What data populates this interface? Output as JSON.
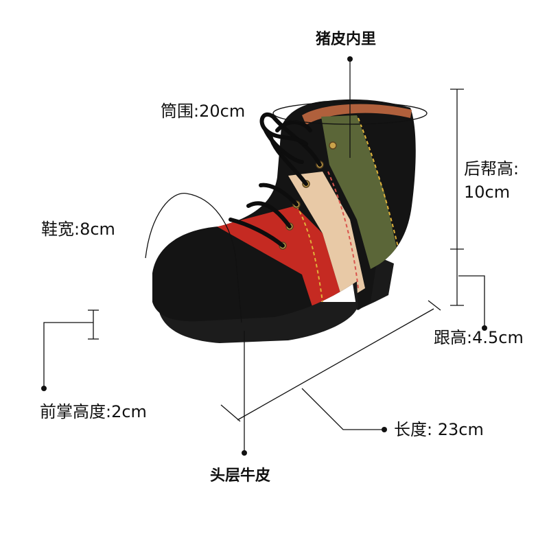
{
  "labels": {
    "lining": "猪皮内里",
    "circumference": "筒围:20cm",
    "shaft_height_title": "后帮高:",
    "shaft_height_value": "10cm",
    "width": "鞋宽:8cm",
    "heel_height": "跟高:4.5cm",
    "forefoot_height": "前掌高度:2cm",
    "length": "长度: 23cm",
    "upper_material": "头层牛皮"
  },
  "colors": {
    "leather_black": "#141414",
    "stripe_red": "#c52a22",
    "stripe_beige": "#e8c9a6",
    "stripe_olive": "#5b6638",
    "stitch_multicolor": "#e0b23a"
  },
  "icons": {
    "boot_illustration": "boot-photo"
  }
}
